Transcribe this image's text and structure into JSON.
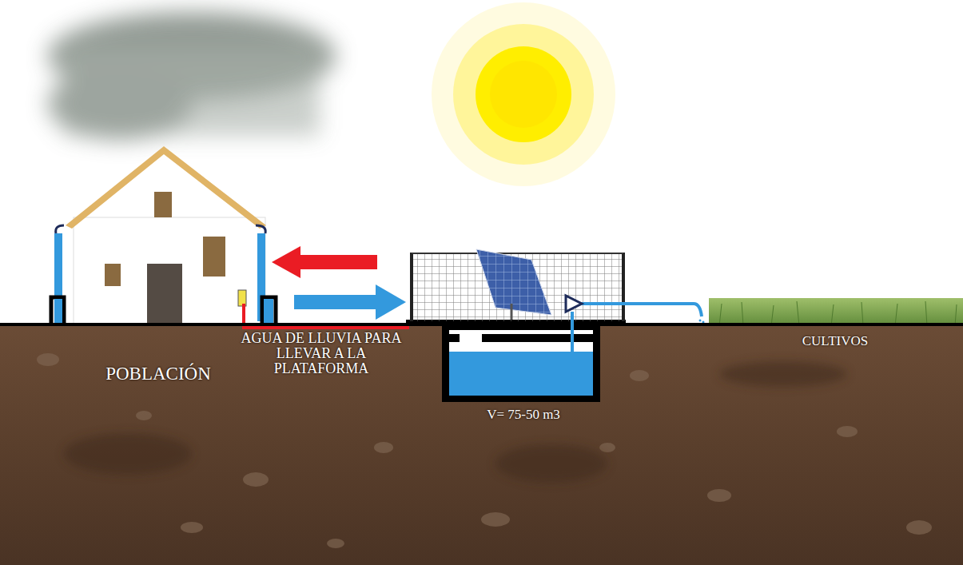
{
  "diagram": {
    "labels": [
      "POBLACIÓN",
      "AGUA DE LLUVIA PARA LLEVAR A LA PLATAFORMA",
      "V= 75-50 m3",
      "CULTIVOS"
    ]
  }
}
